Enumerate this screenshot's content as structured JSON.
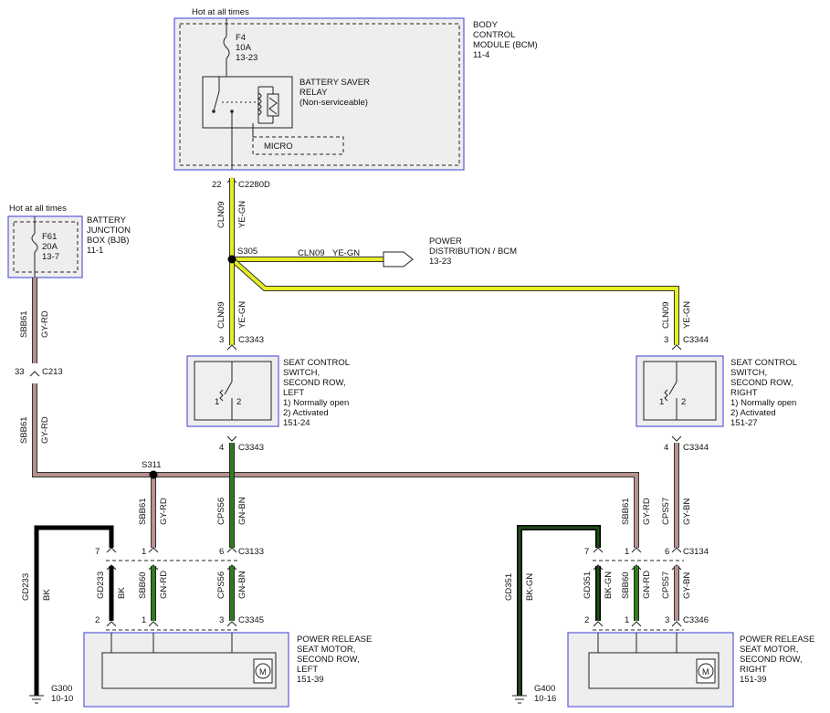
{
  "bcm": {
    "hot": "Hot at all times",
    "fuse": [
      "F4",
      "10A",
      "13-23"
    ],
    "relay": [
      "BATTERY SAVER",
      "RELAY",
      "(Non-serviceable)"
    ],
    "micro": "MICRO",
    "label": [
      "BODY",
      "CONTROL",
      "MODULE (BCM)",
      "11-4"
    ],
    "pin": "22",
    "connector": "C2280D"
  },
  "bjb": {
    "hot": "Hot at all times",
    "fuse": [
      "F61",
      "20A",
      "13-7"
    ],
    "label": [
      "BATTERY",
      "JUNCTION",
      "BOX (BJB)",
      "11-1"
    ],
    "pin": "33",
    "connector": "C213"
  },
  "wires": {
    "cln09": "CLN09",
    "ye_gn": "YE-GN",
    "sbb61": "SBB61",
    "gy_rd": "GY-RD",
    "cps56": "CPS56",
    "gn_bn": "GN-BN",
    "cps57": "CPS57",
    "gy_bn": "GY-BN",
    "gd233": "GD233",
    "bk": "BK",
    "sbb60": "SBB60",
    "gn_rd": "GN-RD",
    "gd351": "GD351",
    "bk_gn": "BK-GN"
  },
  "splices": {
    "s305": "S305",
    "s311": "S311"
  },
  "power_dist": [
    "POWER",
    "DISTRIBUTION / BCM",
    "13-23"
  ],
  "switch_left": {
    "label": [
      "SEAT CONTROL",
      "SWITCH,",
      "SECOND ROW,",
      "LEFT",
      "1) Normally open",
      "2) Activated",
      "151-24"
    ],
    "pin_top": "3",
    "conn_top": "C3343",
    "pin_bottom": "4",
    "conn_bottom": "C3343",
    "p1": "1",
    "p2": "2"
  },
  "switch_right": {
    "label": [
      "SEAT CONTROL",
      "SWITCH,",
      "SECOND ROW,",
      "RIGHT",
      "1) Normally open",
      "2) Activated",
      "151-27"
    ],
    "pin_top": "3",
    "conn_top": "C3344",
    "pin_bottom": "4",
    "conn_bottom": "C3344",
    "p1": "1",
    "p2": "2"
  },
  "left_conn": {
    "c3133": "C3133",
    "c3345": "C3345",
    "pins_top": [
      "7",
      "1",
      "6"
    ],
    "pins_bottom": [
      "2",
      "1",
      "3"
    ]
  },
  "right_conn": {
    "c3134": "C3134",
    "c3346": "C3346",
    "pins_top": [
      "7",
      "1",
      "6"
    ],
    "pins_bottom": [
      "2",
      "1",
      "3"
    ]
  },
  "motor_left": {
    "label": [
      "POWER RELEASE",
      "SEAT MOTOR,",
      "SECOND ROW,",
      "LEFT",
      "151-39"
    ],
    "m": "M"
  },
  "motor_right": {
    "label": [
      "POWER RELEASE",
      "SEAT MOTOR,",
      "SECOND ROW,",
      "RIGHT",
      "151-39"
    ],
    "m": "M"
  },
  "ground_left": {
    "name": "G300",
    "ref": "10-10"
  },
  "ground_right": {
    "name": "G400",
    "ref": "10-16"
  }
}
